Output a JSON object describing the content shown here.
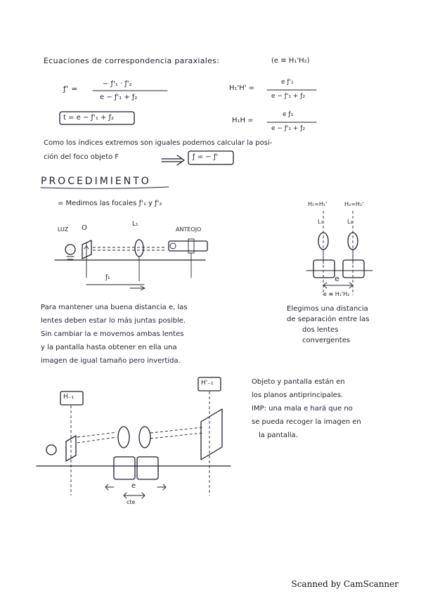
{
  "header": {
    "heading": "Ecuaciones de correspondencia paraxiales:",
    "note": "(e ≡ H₁'H₂)"
  },
  "formulas": {
    "f_lhs": "ƒ' =",
    "f_num": "− ƒ'₁ · ƒ'₂",
    "f_den": "e − ƒ'₁ + ƒ₂",
    "t_box": "t = e − ƒ'₁ + ƒ₂",
    "h1_lhs": "H₁'H' =",
    "h1_num": "e ƒ'₁",
    "h1_den": "e − ƒ'₁ + ƒ₂",
    "h2_lhs": "H₁H =",
    "h2_num": "e ƒ₁",
    "h2_den": "e − ƒ'₁ + ƒ₂"
  },
  "text": {
    "line1": "Como los índices extremos son iguales podemos calcular la posi-",
    "line2": "ción del foco objeto F",
    "boxed": "ƒ = − ƒ'"
  },
  "procedure": {
    "title": "PROCEDIMIENTO",
    "bullet": "= Medimos las focales ƒ'₁ y ƒ'₂"
  },
  "diagram1": {
    "luz": "LUZ",
    "o": "O",
    "l1": "L₁",
    "anteojo": "ANTEOJO",
    "f1": "ƒ₁"
  },
  "diagram2": {
    "h1": "H₁=H₁'",
    "h2": "H₂=H₂'",
    "l1": "L₁",
    "l2": "L₂",
    "e": "e",
    "eq": "e ≡ H₁'H₂"
  },
  "para1": [
    "Para mantener una buena distancia e, las",
    "lentes deben estar lo más juntas posible.",
    "Sin cambiar la e movemos ambas lentes",
    "y la pantalla hasta obtener en ella una",
    "imagen de igual tamaño pero invertida."
  ],
  "para2": [
    "Elegimos una distancia",
    "de separación entre las",
    "dos lentes",
    "convergentes"
  ],
  "diagram3": {
    "h_minus1": "H₋₁",
    "h_prime_minus1": "H'₋₁",
    "e": "e",
    "cte": "cte"
  },
  "para3": [
    "Objeto y pantalla están en",
    "los planos antiprincipales.",
    "IMP: una mala e hará que no",
    "se pueda recoger la imagen en",
    "la pantalla."
  ],
  "footer": {
    "scanner": "Scanned by CamScanner"
  }
}
